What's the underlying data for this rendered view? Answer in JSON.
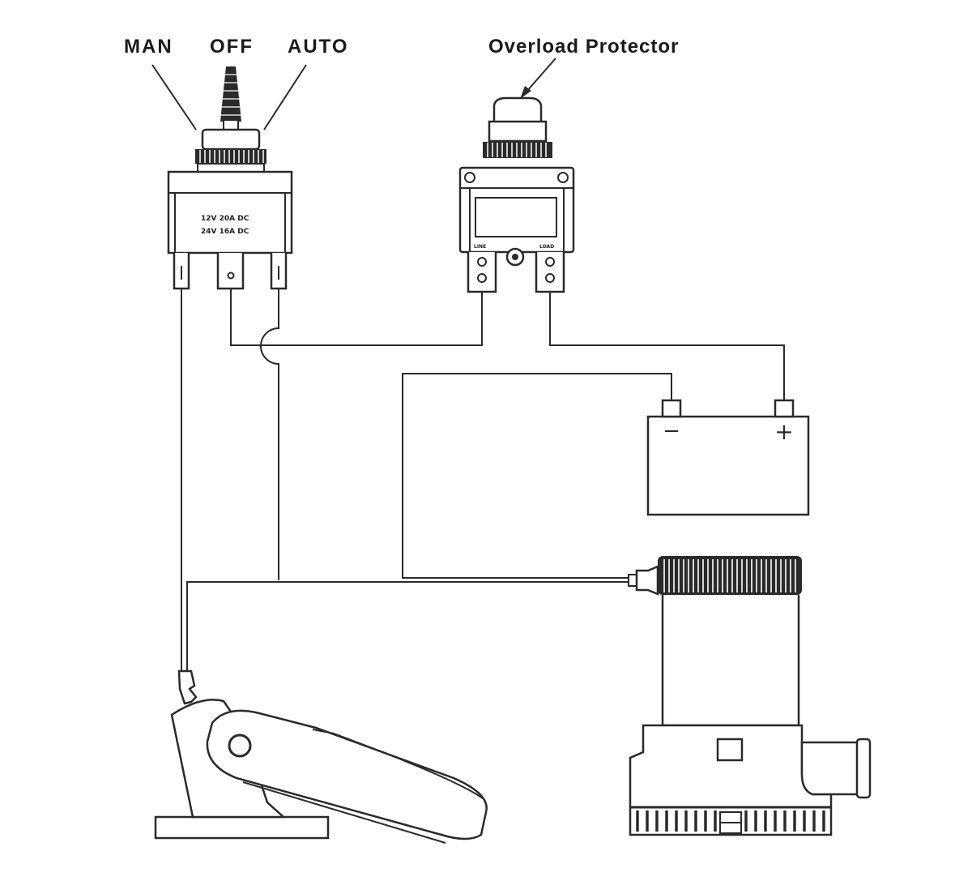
{
  "switch": {
    "label_man": "MAN",
    "label_off": "OFF",
    "label_auto": "AUTO",
    "rating_line1": "12V  20A  DC",
    "rating_line2": "24V  16A  DC"
  },
  "breaker": {
    "label": "Overload Protector",
    "terminal_left": "LINE",
    "terminal_right": "LOAD"
  },
  "battery": {
    "negative_symbol": "−",
    "positive_symbol": "+"
  }
}
